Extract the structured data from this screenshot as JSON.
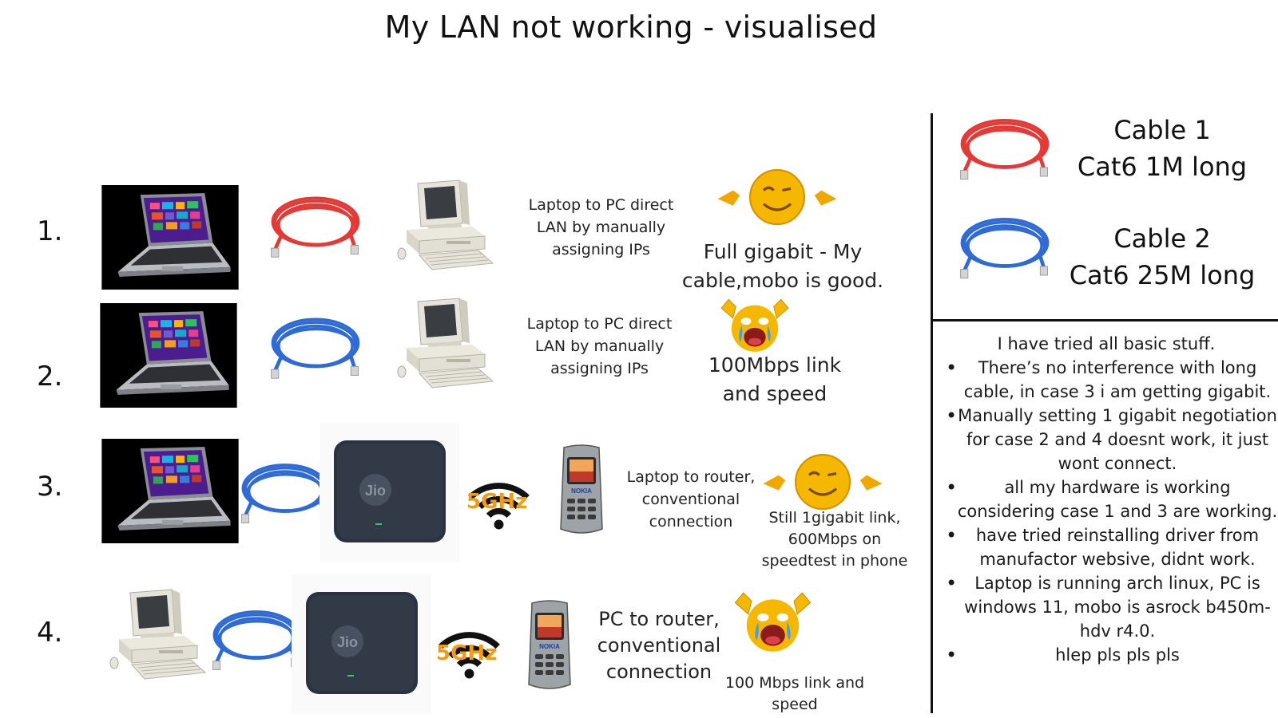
{
  "title": "My LAN not working - visualised",
  "colors": {
    "red_cable": "#e53935",
    "blue_cable": "#2f6bd6",
    "router": "#2c3340",
    "wifi_orange": "#f39c12",
    "emoji_yellow": "#f5b700"
  },
  "rows": [
    {
      "number": "1.",
      "description": "Laptop to PC direct LAN by manually assigning IPs",
      "result": "Full gigabit - My cable,mobo is good.",
      "emoji": "thumbs-pointing-grin-emoji",
      "cable": "red"
    },
    {
      "number": "2.",
      "description": "Laptop to PC direct LAN by manually assigning IPs",
      "result": "100Mbps link and speed",
      "emoji": "crying-emoji",
      "cable": "blue"
    },
    {
      "number": "3.",
      "description": "Laptop to router, conventional connection",
      "result": "Still 1gigabit link, 600Mbps on speedtest in phone",
      "emoji": "thumbs-pointing-grin-emoji",
      "cable": "blue",
      "wifi_label": "5GHz",
      "router_brand": "Jio",
      "phone_brand": "NOKIA"
    },
    {
      "number": "4.",
      "description": "PC to router, conventional connection",
      "result": "100 Mbps link and speed",
      "emoji": "crying-emoji",
      "cable": "blue",
      "wifi_label": "5GHz",
      "router_brand": "Jio",
      "phone_brand": "NOKIA"
    }
  ],
  "legend": {
    "cable1": {
      "name": "Cable 1",
      "spec": "Cat6 1M long",
      "color": "red"
    },
    "cable2": {
      "name": "Cable 2",
      "spec": "Cat6 25M long",
      "color": "blue"
    }
  },
  "notes": {
    "intro": "I have tried all basic stuff.",
    "bullets": [
      "There’s no interference with long cable, in case 3 i am getting gigabit.",
      "Manually setting 1 gigabit negotiation for case 2 and 4 doesnt work, it just wont connect.",
      "all my hardware is working considering case 1 and 3 are working.",
      "have tried reinstalling driver from manufactor websive, didnt work.",
      "Laptop is running arch linux, PC is windows 11, mobo is asrock b450m-hdv r4.0.",
      "hlep pls pls pls"
    ]
  }
}
